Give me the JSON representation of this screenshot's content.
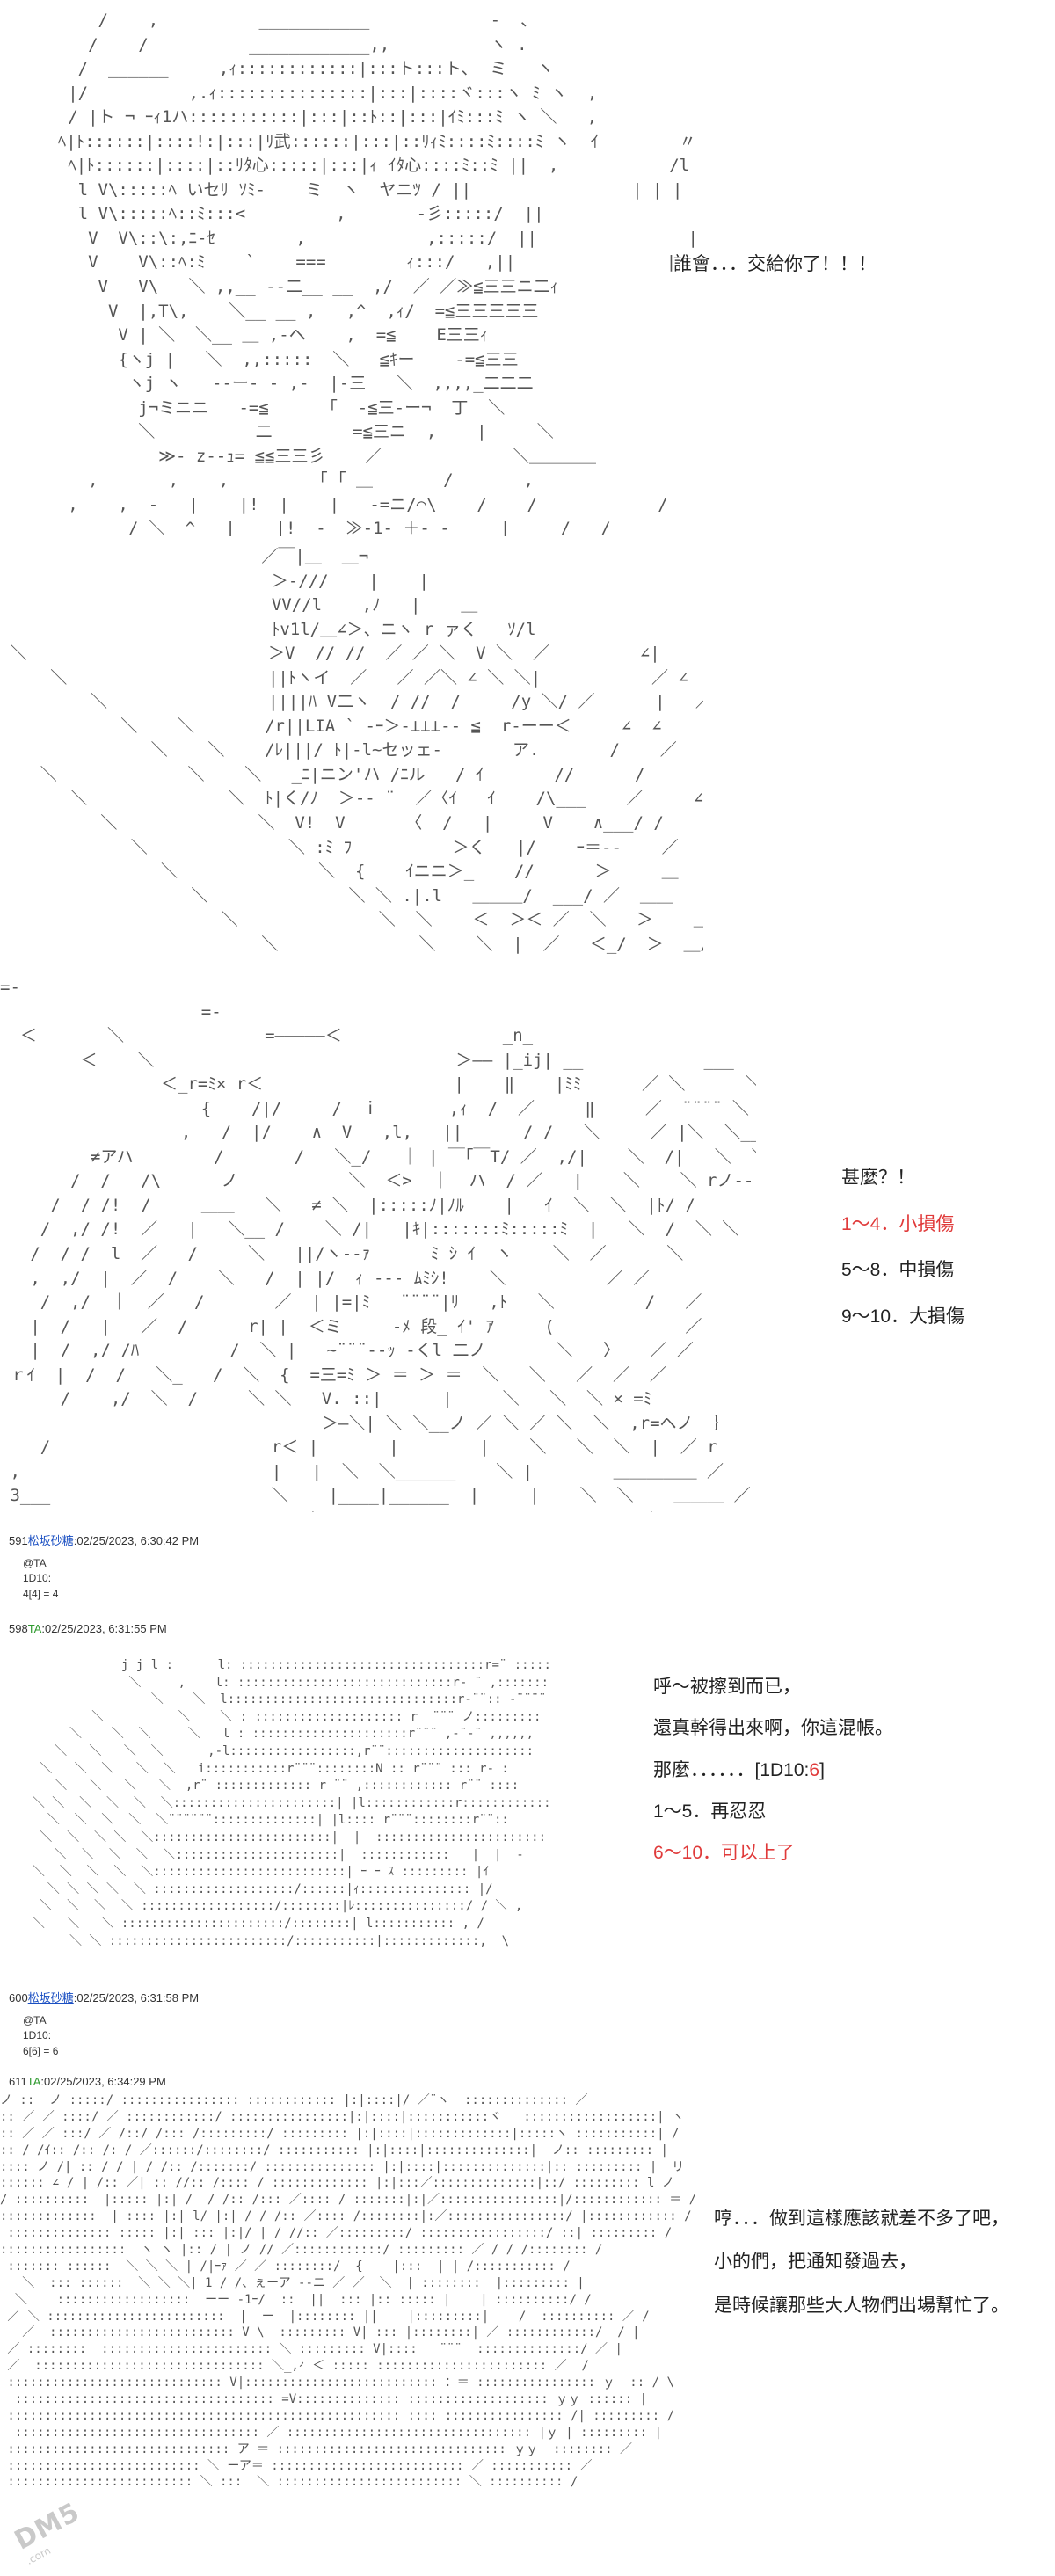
{
  "panel1": {
    "lines": [
      "誰會．．．交給你了！！！"
    ]
  },
  "panel3": {
    "lines": [
      "甚麼？！",
      "1～4．小損傷",
      "5～8．中損傷",
      "9～10．大損傷"
    ]
  },
  "posts": [
    {
      "num": "591",
      "name": "松坂砂糖",
      "timestamp": ":02/25/2023, 6:30:42 PM",
      "body": "@TA\n1D10:\n4[4] = 4"
    },
    {
      "num": "598",
      "name": "TA",
      "timestamp": ":02/25/2023, 6:31:55 PM",
      "body": ""
    },
    {
      "num": "600",
      "name": "松坂砂糖",
      "timestamp": ":02/25/2023, 6:31:58 PM",
      "body": "@TA\n1D10:\n6[6] = 6"
    },
    {
      "num": "611",
      "name": "TA",
      "timestamp": ":02/25/2023, 6:34:29 PM",
      "body": ""
    }
  ],
  "panel4": {
    "line1": "呼～被擦到而已，",
    "line2": "還真幹得出來啊，你這混帳。",
    "line3_prefix": "那麼．．．．．．[1D10:",
    "line3_value": "6",
    "line3_suffix": "]",
    "line4": "1～5．再忍忍",
    "line5": "6～10．可以上了"
  },
  "panel5": {
    "lines": [
      "哼．．．做到這樣應該就差不多了吧，",
      "小的們，把通知發過去，",
      "是時候讓那些大人物們出場幫忙了。"
    ]
  },
  "colors": {
    "highlight_red": "#e03a3a",
    "name_blue": "#1a4fc2",
    "name_green": "#2f9a2f"
  },
  "watermark": {
    "brand": "DM5",
    "site": ".com"
  }
}
